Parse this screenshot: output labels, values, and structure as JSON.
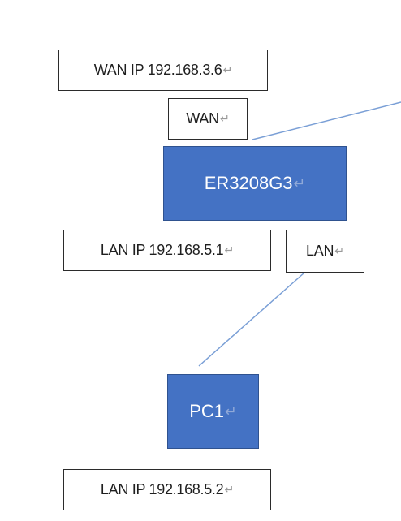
{
  "diagram": {
    "wan_ip_label": "WAN IP 192.168.3.6",
    "wan_port_label": "WAN",
    "router": "ER3208G3",
    "router_lan_ip_label": "LAN IP 192.168.5.1",
    "lan_port_label": "LAN",
    "pc": "PC1",
    "pc_lan_ip_label": "LAN IP 192.168.5.2",
    "return_mark": "↵"
  },
  "colors": {
    "node_fill": "#4472c4",
    "node_border": "#2f528f",
    "connector": "#7a9fd6",
    "label_border": "#2b2b2b"
  }
}
